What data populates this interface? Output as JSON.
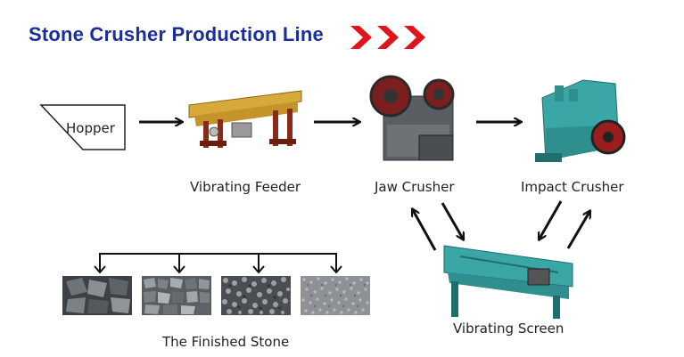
{
  "title": "Stone Crusher Production Line",
  "colors": {
    "title": "#1a2f9a",
    "chevron": "#e1141b",
    "arrow": "#111111",
    "machine_teal": "#3aa6a6",
    "feeder_yellow": "#d6a93a"
  },
  "nodes": {
    "hopper": "Hopper",
    "vibrating_feeder": "Vibrating Feeder",
    "jaw_crusher": "Jaw Crusher",
    "impact_crusher": "Impact Crusher",
    "vibrating_screen": "Vibrating Screen",
    "finished_stone": "The Finished Stone"
  },
  "icons": [
    "chevron-right-icon",
    "arrow-right-icon",
    "arrow-up-icon",
    "arrow-down-icon"
  ]
}
